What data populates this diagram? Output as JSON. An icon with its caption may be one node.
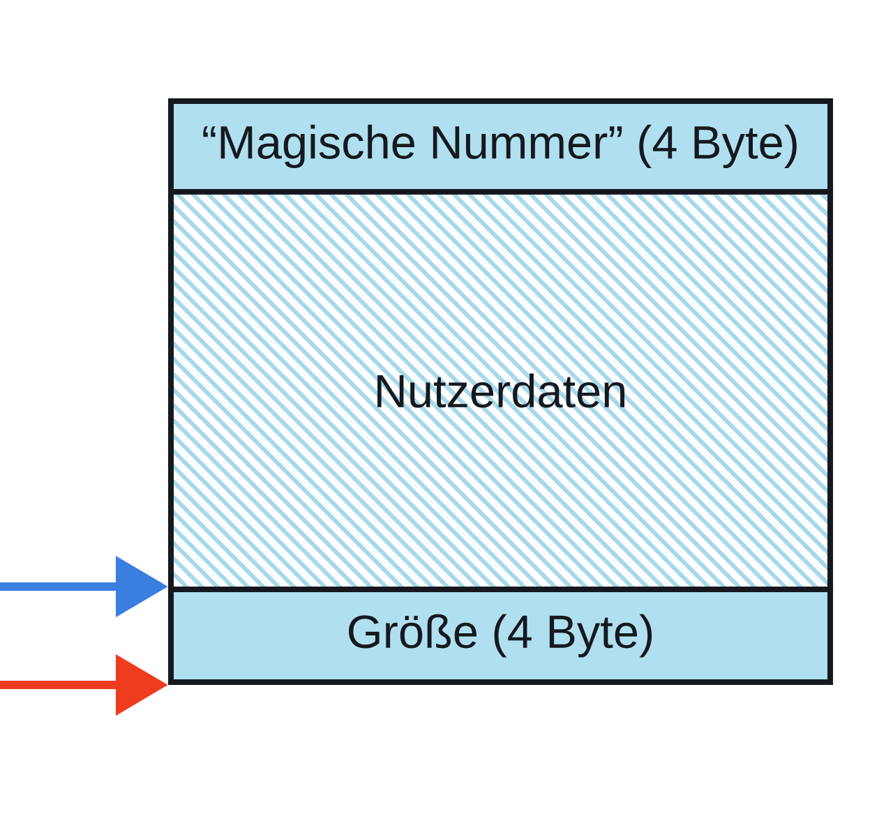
{
  "diagram": {
    "nodes": [
      {
        "text": [
          "“Magische Nummer” (4 Byte)"
        ]
      },
      {
        "text": [
          "Nutzerdaten"
        ]
      },
      {
        "text": [
          "Größe (4 Byte)"
        ]
      }
    ],
    "edges": [
      {
        "from": null,
        "to": 2,
        "arrow": "to",
        "color": "#3a7fe0"
      },
      {
        "from": null,
        "to": 2,
        "arrow": "to",
        "color": "#f03c1e"
      }
    ]
  }
}
